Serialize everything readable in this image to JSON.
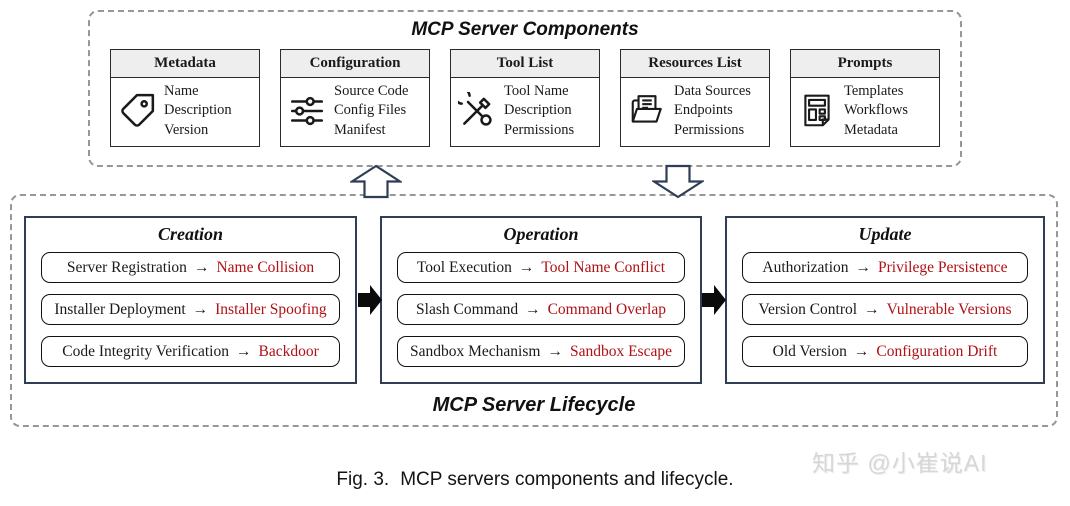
{
  "glyphs": {
    "arrow": "→"
  },
  "colors": {
    "risk_red": "#b01114",
    "stage_border_navy": "#2f3e55",
    "dashed_border_gray": "#979797",
    "box_header_bg": "#eeeeee",
    "watermark_gray": "#d7d7d7"
  },
  "components_panel": {
    "title": "MCP Server Components",
    "boxes": [
      {
        "title": "Metadata",
        "icon": "tag-icon",
        "items": [
          "Name",
          "Description",
          "Version"
        ]
      },
      {
        "title": "Configuration",
        "icon": "sliders-icon",
        "items": [
          "Source Code",
          "Config Files",
          "Manifest"
        ]
      },
      {
        "title": "Tool List",
        "icon": "tools-icon",
        "items": [
          "Tool Name",
          "Description",
          "Permissions"
        ]
      },
      {
        "title": "Resources List",
        "icon": "folder-documents-icon",
        "items": [
          "Data Sources",
          "Endpoints",
          "Permissions"
        ]
      },
      {
        "title": "Prompts",
        "icon": "page-template-icon",
        "items": [
          "Templates",
          "Workflows",
          "Metadata"
        ]
      }
    ]
  },
  "lifecycle_panel": {
    "title": "MCP Server Lifecycle",
    "stages": [
      {
        "title": "Creation",
        "rows": [
          {
            "step": "Server Registration",
            "risk": "Name Collision"
          },
          {
            "step": "Installer Deployment",
            "risk": "Installer Spoofing"
          },
          {
            "step": "Code Integrity Verification",
            "risk": "Backdoor"
          }
        ]
      },
      {
        "title": "Operation",
        "rows": [
          {
            "step": "Tool Execution",
            "risk": "Tool Name Conflict"
          },
          {
            "step": "Slash Command",
            "risk": "Command Overlap"
          },
          {
            "step": "Sandbox Mechanism",
            "risk": "Sandbox Escape"
          }
        ]
      },
      {
        "title": "Update",
        "rows": [
          {
            "step": "Authorization",
            "risk": "Privilege Persistence"
          },
          {
            "step": "Version Control",
            "risk": "Vulnerable Versions"
          },
          {
            "step": "Old Version",
            "risk": "Configuration Drift"
          }
        ]
      }
    ]
  },
  "caption": {
    "label": "Fig. 3.",
    "text": "MCP servers components and lifecycle."
  },
  "watermark": "知乎 @小崔说AI"
}
